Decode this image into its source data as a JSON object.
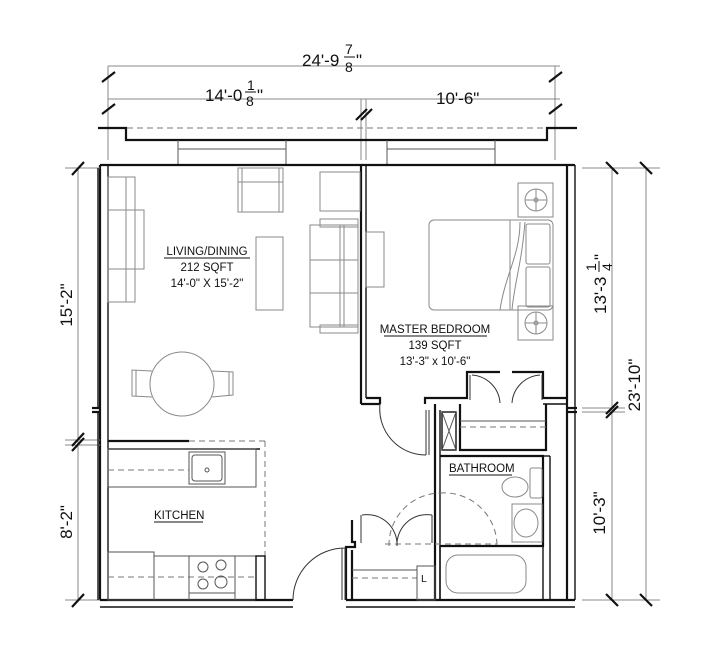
{
  "plan": {
    "overall_width": {
      "whole": "24'-9",
      "num": "7",
      "den": "8",
      "suffix": "\""
    },
    "left_width": {
      "whole": "14'-0",
      "num": "1",
      "den": "8",
      "suffix": "\""
    },
    "right_width": "10'-6\"",
    "left_upper_height": "15'-2\"",
    "left_lower_height": "8'-2\"",
    "right_upper_height": {
      "whole": "13'-3",
      "num": "1",
      "den": "4",
      "suffix": "\""
    },
    "right_lower_height": "10'-3\"",
    "overall_height": "23'-10\""
  },
  "rooms": {
    "living": {
      "name": "LIVING/DINING",
      "area": "212 SQFT",
      "size": "14'-0\" X 15'-2\""
    },
    "bedroom": {
      "name": "MASTER BEDROOM",
      "area": "139 SQFT",
      "size": "13'-3\" x 10'-6\""
    },
    "kitchen": {
      "name": "KITCHEN"
    },
    "bathroom": {
      "name": "BATHROOM"
    },
    "laundry": {
      "tag": "L"
    }
  },
  "colors": {
    "wall": "#111111",
    "furniture": "#8a8a8a",
    "background": "#ffffff"
  }
}
